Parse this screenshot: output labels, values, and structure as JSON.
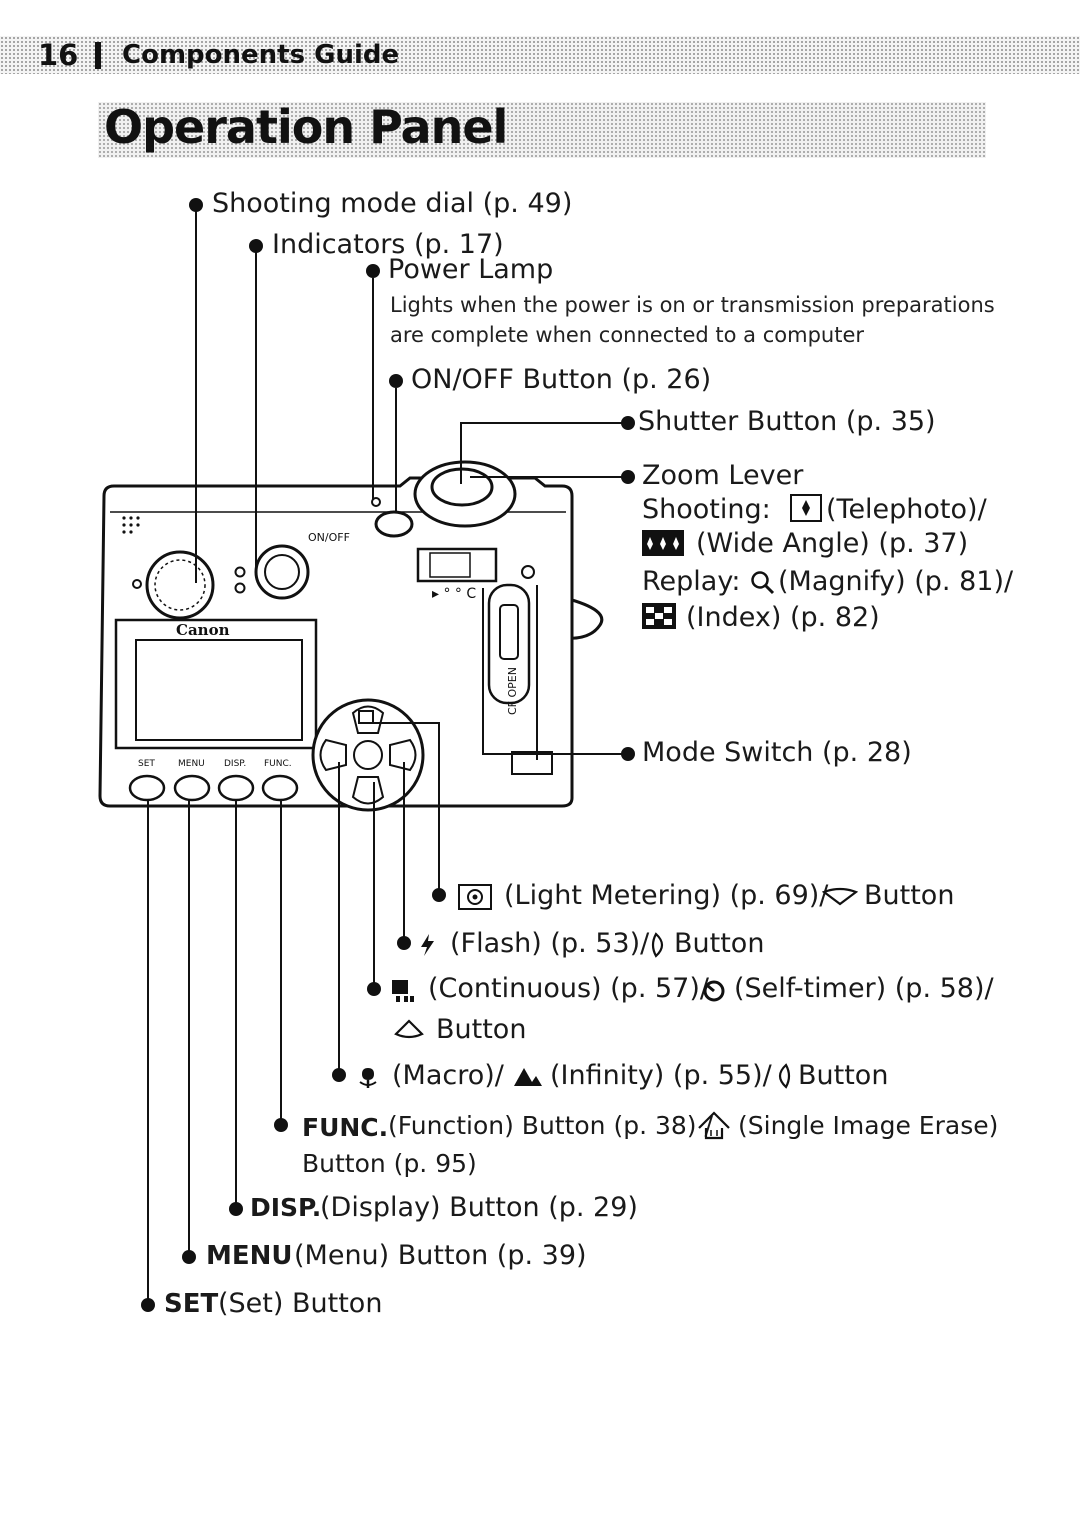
{
  "header": {
    "page_number": "16",
    "section": "Components Guide",
    "title": "Operation Panel"
  },
  "camera": {
    "brand": "Canon",
    "on_off_label": "ON/OFF",
    "cf_open_label": "CF OPEN",
    "button_labels": [
      "SET",
      "MENU",
      "DISP.",
      "FUNC."
    ]
  },
  "callouts": {
    "shooting_mode_dial": "Shooting mode dial (p. 49)",
    "indicators": "Indicators (p. 17)",
    "power_lamp": "Power Lamp",
    "power_lamp_note_1": "Lights when the power is on or transmission preparations",
    "power_lamp_note_2": "are complete when connected to a computer",
    "on_off_button": "ON/OFF Button (p. 26)",
    "shutter_button": "Shutter Button (p. 35)",
    "zoom_lever": "Zoom Lever",
    "shooting_prefix": "Shooting:",
    "telephoto": "(Telephoto)/",
    "wide_angle": "(Wide Angle) (p. 37)",
    "replay_prefix": "Replay:",
    "magnify": "(Magnify) (p. 81)/",
    "index": "(Index) (p. 82)",
    "mode_switch": "Mode Switch (p. 28)",
    "light_metering": "(Light Metering)  (p. 69)/",
    "light_metering_button": "Button",
    "flash": "(Flash)  (p. 53)/",
    "flash_button": "Button",
    "continuous": "(Continuous)  (p. 57)/",
    "self_timer": "(Self-timer) (p. 58)/",
    "continuous_button": "Button",
    "macro": "(Macro)/",
    "infinity": "(Infinity)  (p. 55)/",
    "macro_button": "Button",
    "func_prefix": "FUNC.",
    "func_text": "(Function) Button (p. 38) /",
    "single_erase": "(Single Image Erase)",
    "func_line2": "Button (p. 95)",
    "disp_prefix": "DISP.",
    "disp_text": "(Display) Button (p. 29)",
    "menu_prefix": "MENU",
    "menu_text": "(Menu) Button (p. 39)",
    "set_prefix": "SET",
    "set_text": "(Set) Button"
  }
}
